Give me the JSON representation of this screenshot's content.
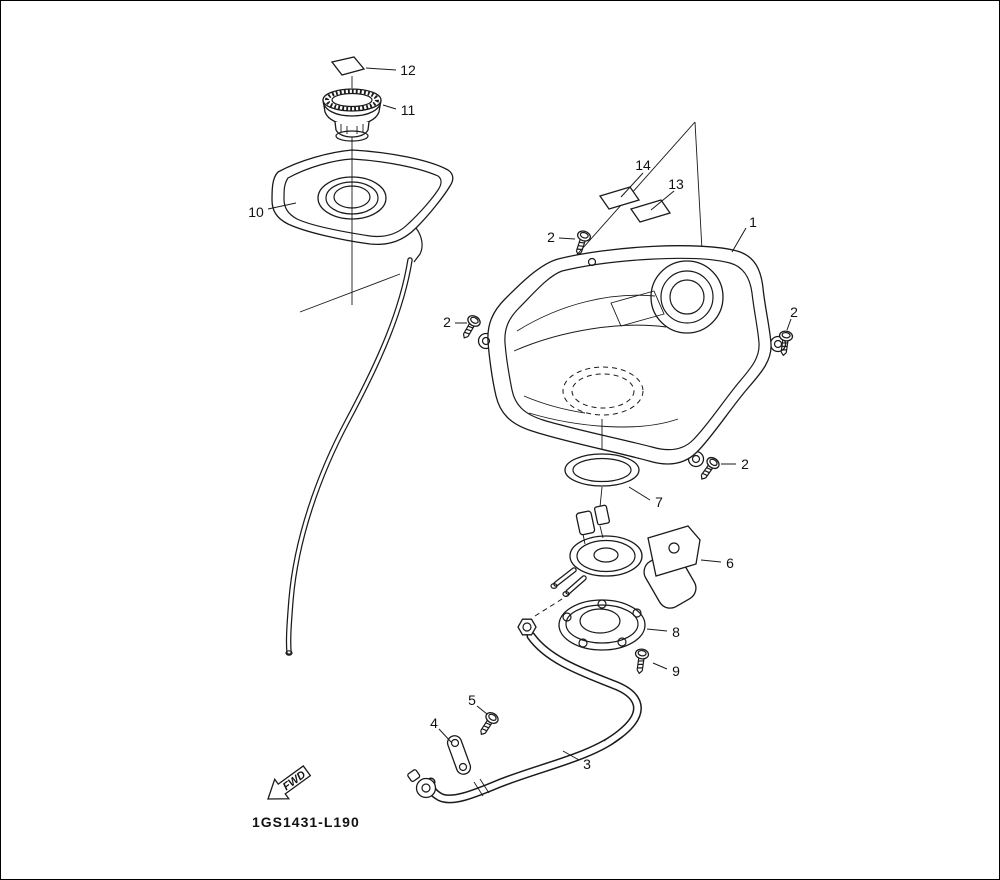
{
  "diagram": {
    "code": "1GS1431-L190",
    "fwd_label": "FWD",
    "colors": {
      "line": "#1a1a1a",
      "background": "#ffffff"
    },
    "callouts": [
      {
        "part": "12"
      },
      {
        "part": "11"
      },
      {
        "part": "10"
      },
      {
        "part": "14"
      },
      {
        "part": "13"
      },
      {
        "part": "1"
      },
      {
        "part": "2"
      },
      {
        "part": "2"
      },
      {
        "part": "2"
      },
      {
        "part": "2"
      },
      {
        "part": "7"
      },
      {
        "part": "6"
      },
      {
        "part": "8"
      },
      {
        "part": "9"
      },
      {
        "part": "5"
      },
      {
        "part": "4"
      },
      {
        "part": "3"
      }
    ]
  }
}
